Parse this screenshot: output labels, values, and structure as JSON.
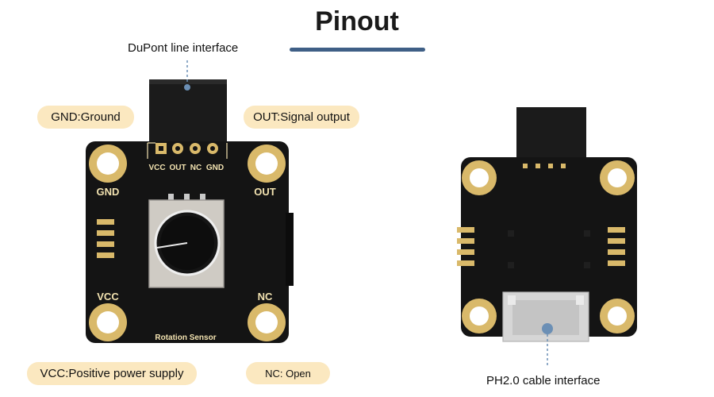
{
  "title": "Pinout",
  "labels": {
    "dupont": "DuPont line interface",
    "gnd": "GND:Ground",
    "out": "OUT:Signal output",
    "vcc": "VCC:Positive power supply",
    "nc": "NC: Open",
    "ph20": "PH2.0 cable interface"
  },
  "front_board": {
    "corner_labels": {
      "gnd": "GND",
      "out": "OUT",
      "vcc": "VCC",
      "nc": "NC"
    },
    "pin_labels": [
      "VCC",
      "OUT",
      "NC",
      "GND"
    ],
    "name": "Rotation  Sensor"
  },
  "colors": {
    "accent_bar": "#3f5f86",
    "pill_bg": "#fbe8c0",
    "pcb": "#141414",
    "gold": "#d9b96a",
    "marker": "#6b8fb5"
  }
}
